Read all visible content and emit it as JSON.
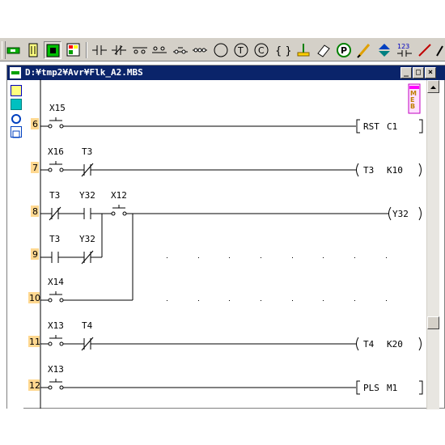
{
  "window": {
    "title": "D:¥tmp2¥Avr¥Flk_A2.MBS",
    "buttons": [
      "_",
      "□",
      "×"
    ]
  },
  "toolbar": {
    "icons": [
      "output-coil-icon",
      "ladder-sheet-icon",
      "monitor-icon",
      "device-table-icon",
      "contact-no-icon",
      "contact-nc-icon",
      "rising-edge-icon",
      "falling-edge-icon",
      "parallel-no-icon",
      "parallel-nc-icon",
      "coil-circle-icon",
      "timer-coil-icon",
      "counter-coil-icon",
      "brace-icon",
      "ground-icon",
      "eraser-icon",
      "p-label-icon",
      "pen-icon",
      "swap-icon",
      "number-icon",
      "draw-line-icon",
      "more-icon"
    ]
  },
  "step_numbers": [
    "6",
    "7",
    "8",
    "9",
    "10",
    "11",
    "12"
  ],
  "rungs": {
    "r6": {
      "contact1": "X15",
      "instruction": "RST",
      "operand": "C1"
    },
    "r7": {
      "contact1": "X16",
      "contact2": "T3",
      "coil": "T3",
      "operand": "K10"
    },
    "r8": {
      "contact1": "T3",
      "contact2": "Y32",
      "contact3": "X12",
      "coil": "Y32"
    },
    "r9": {
      "contact1": "T3",
      "contact2": "Y32"
    },
    "r10": {
      "contact1": "X14"
    },
    "r11": {
      "contact1": "X13",
      "contact2": "T4",
      "coil": "T4",
      "operand": "K20"
    },
    "r12": {
      "contact1": "X13",
      "instruction": "PLS",
      "operand": "M1"
    }
  },
  "markers": {
    "m": "M",
    "e": "E",
    "b": "B",
    "tag": "123"
  }
}
